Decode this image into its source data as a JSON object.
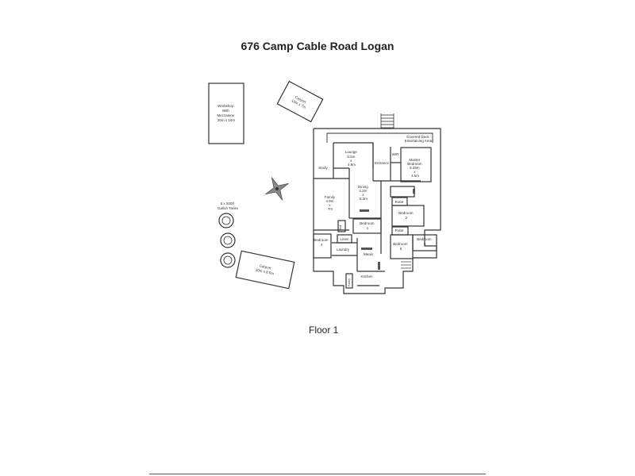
{
  "title": "676 Camp Cable Road Logan",
  "floor_label": "Floor 1",
  "plan_labels": {
    "workshop": [
      "Workshop",
      "With",
      "Mezzanine",
      "20m x 10m"
    ],
    "carport_top": [
      "Carport",
      "10m x 7m"
    ],
    "carport_bottom": [
      "Carport",
      "10m x 8.5m"
    ],
    "tanks": [
      "5 x 5000",
      "Gallon Tanks"
    ],
    "covered_deck": [
      "Covered Deck",
      "Entertaining Area"
    ],
    "lounge": [
      "Lounge",
      "6.5m",
      "x",
      "4.9m"
    ],
    "study": "Study",
    "entrance": "Entrance",
    "wir": "WIR",
    "master": [
      "Master",
      "Bedroom",
      "5.25m",
      "x",
      "4.5m"
    ],
    "family": [
      "Family",
      "4.9m",
      "x",
      "7m"
    ],
    "dining": [
      "Dining",
      "4.2m",
      "x",
      "5.3m"
    ],
    "robe_1": "Robe",
    "bedroom_2": [
      "Bedroom",
      "2"
    ],
    "bedroom_1": [
      "Bedroom",
      "1"
    ],
    "bed_small": "Bed",
    "robe_2": "Robe",
    "bedroom_3": [
      "Bedroom",
      "3"
    ],
    "bedroom_5": [
      "Bedroom",
      "5"
    ],
    "bedroom_4": [
      "Bedroom",
      "4"
    ],
    "linen": "Linen",
    "laundry": "Laundry",
    "meals": "Meals",
    "kitchen": "Kitchen",
    "pantry": "Pantry"
  }
}
